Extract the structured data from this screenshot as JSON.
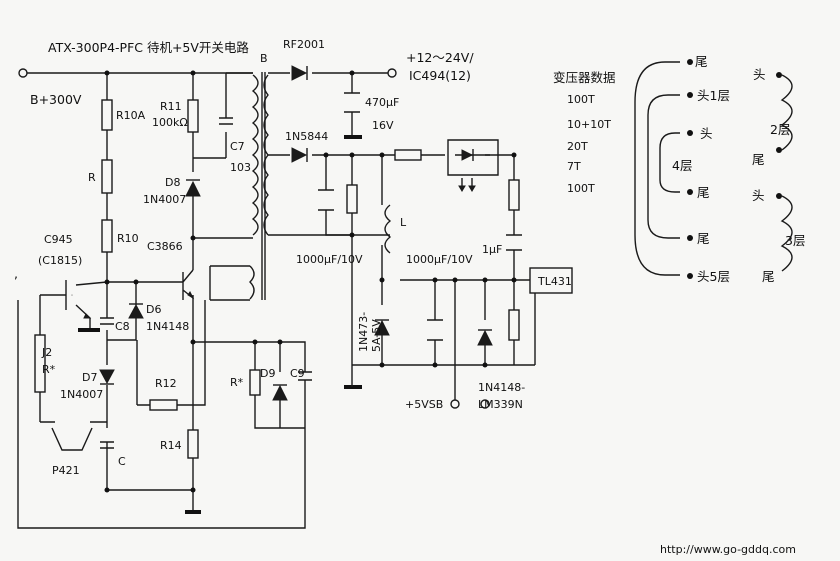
{
  "title": "ATX-300P4-PFC 待机+5V开关电路",
  "input": "B+300V",
  "output_top": [
    "+12～24V/",
    "IC494(12)"
  ],
  "transformer_B": "B",
  "transformer_data": {
    "heading": "变压器数据",
    "turns": [
      "100T",
      "10+10T",
      "20T",
      "7T",
      "100T"
    ],
    "labels": {
      "tail": "尾",
      "head": "头",
      "layer1": "头1层",
      "layer2": "2层",
      "layer3": "3层",
      "layer4": "4层",
      "layer5": "头5层"
    }
  },
  "components": {
    "R10A": "R10A",
    "R": "R",
    "R10": "R10",
    "R11": "R11",
    "R11_val": "100kΩ",
    "C7": "C7",
    "C7_val": "103",
    "D8": "D8",
    "D8_val": "1N4007",
    "C945": "C945",
    "C1815": "(C1815)",
    "C3866": "C3866",
    "C8": "C8",
    "D6": "D6",
    "D6_val": "1N4148",
    "D7": "D7",
    "D7_val": "1N4007",
    "J2": "J2",
    "Rstar": "R*",
    "P421": "P421",
    "C": "C",
    "R12": "R12",
    "R14": "R14",
    "D9": "D9",
    "C9": "C9",
    "RF2001": "RF2001",
    "C470": "470μF",
    "V16": "16V",
    "D1N5844": "1N5844",
    "C1000a": "1000μF/10V",
    "L": "L",
    "C1000b": "1000μF/10V",
    "Zener": "1N473-",
    "Zener2": "5A-5V",
    "C1u": "1μF",
    "TL431": "TL431",
    "V5SB": "+5VSB",
    "D4148b": "1N4148-",
    "LM339": "LM339N",
    "mark": ","
  },
  "watermark": "http://www.go-gddq.com"
}
